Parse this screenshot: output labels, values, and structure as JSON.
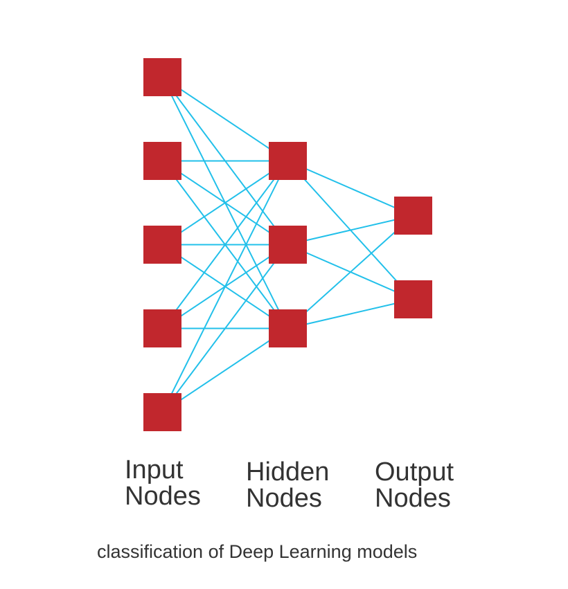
{
  "colors": {
    "node": "#c1272d",
    "edge": "#22c0ea",
    "text": "#333333"
  },
  "labels": {
    "input": [
      "Input",
      "Nodes"
    ],
    "hidden": [
      "Hidden",
      "Nodes"
    ],
    "output": [
      "Output",
      "Nodes"
    ]
  },
  "caption": "classification of Deep Learning models",
  "network": {
    "layers": [
      {
        "name": "input",
        "count": 5
      },
      {
        "name": "hidden",
        "count": 3
      },
      {
        "name": "output",
        "count": 2
      }
    ],
    "connections": "fully-connected"
  }
}
